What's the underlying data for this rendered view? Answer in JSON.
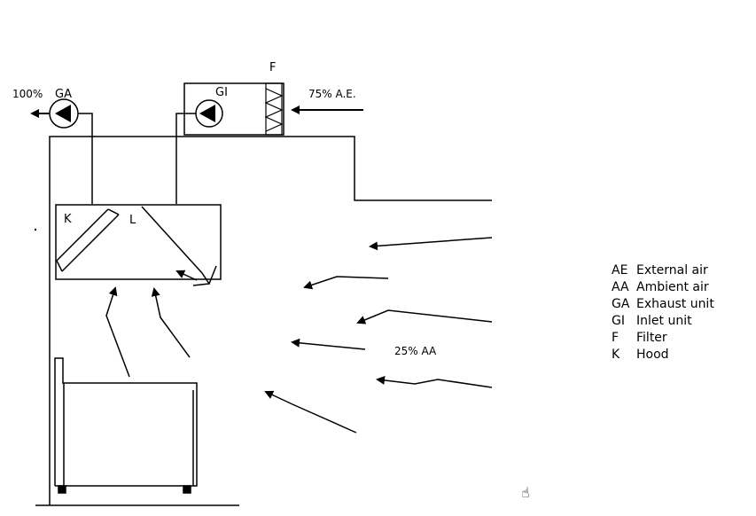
{
  "diagram": {
    "labels": {
      "exhaust_pct": "100%",
      "exhaust_unit": "GA",
      "inlet_unit": "GI",
      "filter": "F",
      "external_air_pct": "75% A.E.",
      "hood": "K",
      "hood_inner": "L",
      "ambient_air_pct": "25%  AA"
    }
  },
  "legend": {
    "items": [
      {
        "code": "AE",
        "text": "External air"
      },
      {
        "code": "AA",
        "text": "Ambient air"
      },
      {
        "code": "GA",
        "text": "Exhaust unit"
      },
      {
        "code": "GI",
        "text": "Inlet unit"
      },
      {
        "code": "F",
        "text": "Filter"
      },
      {
        "code": "K",
        "text": "Hood"
      }
    ]
  },
  "cursor": {
    "icon": "hand-cursor-icon",
    "glyph": "☝"
  }
}
